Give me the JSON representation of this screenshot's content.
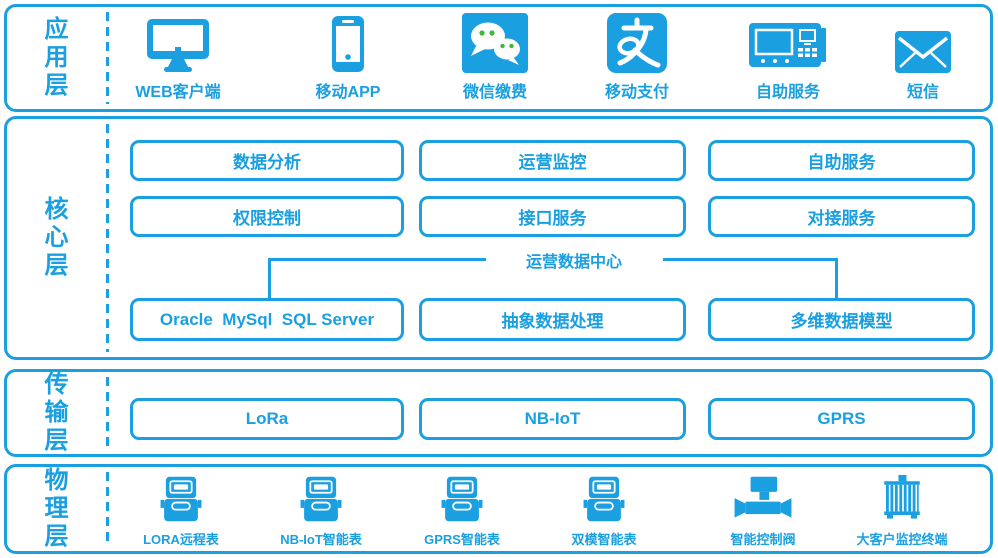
{
  "colors": {
    "accent": "#1A9FE0",
    "icon_green": "#3DB83A"
  },
  "layers": {
    "application": {
      "label": "应用层",
      "items": [
        {
          "label": "WEB客户端",
          "icon": "monitor-icon"
        },
        {
          "label": "移动APP",
          "icon": "smartphone-icon"
        },
        {
          "label": "微信缴费",
          "icon": "wechat-icon"
        },
        {
          "label": "移动支付",
          "icon": "alipay-icon"
        },
        {
          "label": "自助服务",
          "icon": "kiosk-icon"
        },
        {
          "label": "短信",
          "icon": "envelope-icon"
        }
      ]
    },
    "core": {
      "label": "核心层",
      "row1": [
        "数据分析",
        "运营监控",
        "自助服务"
      ],
      "row2": [
        "权限控制",
        "接口服务",
        "对接服务"
      ],
      "data_center_label": "运营数据中心",
      "row3": [
        "Oracle  MySql  SQL Server",
        "抽象数据处理",
        "多维数据模型"
      ]
    },
    "transport": {
      "label": "传输层",
      "items": [
        "LoRa",
        "NB-IoT",
        "GPRS"
      ]
    },
    "physical": {
      "label": "物理层",
      "items": [
        {
          "label": "LORA远程表",
          "icon": "smart-meter-icon"
        },
        {
          "label": "NB-IoT智能表",
          "icon": "smart-meter-icon"
        },
        {
          "label": "GPRS智能表",
          "icon": "smart-meter-icon"
        },
        {
          "label": "双模智能表",
          "icon": "smart-meter-icon"
        },
        {
          "label": "智能控制阀",
          "icon": "control-valve-icon"
        },
        {
          "label": "大客户监控终端",
          "icon": "monitor-terminal-icon"
        }
      ]
    }
  }
}
